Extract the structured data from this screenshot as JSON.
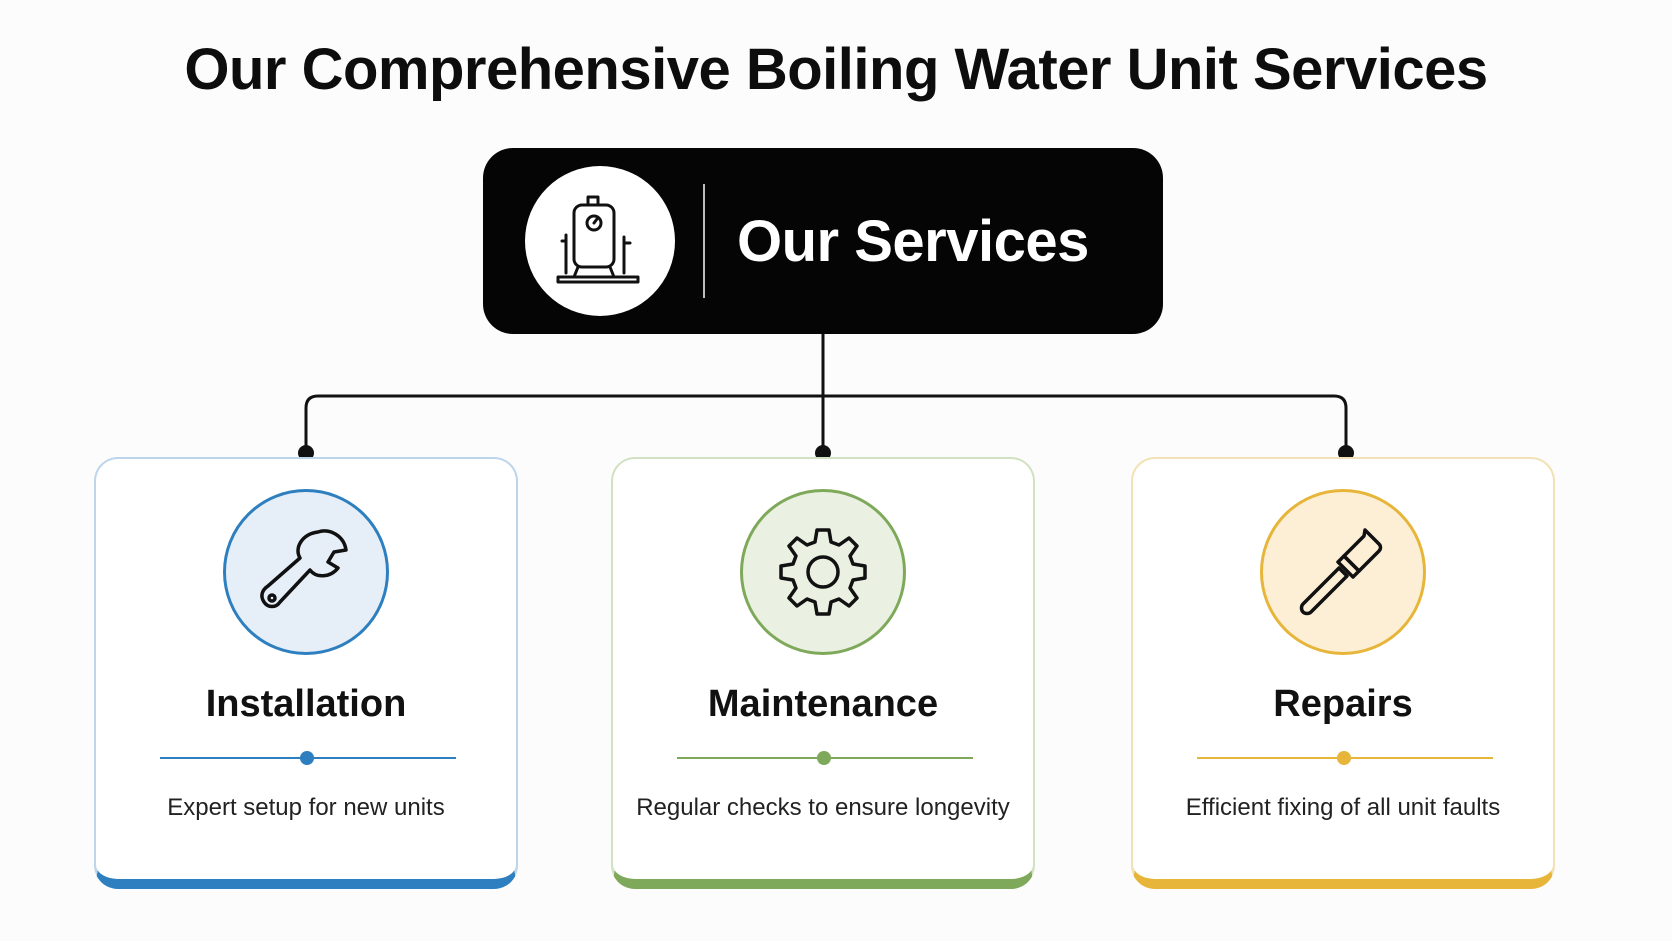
{
  "title": "Our Comprehensive Boiling Water Unit Services",
  "hub": {
    "label": "Our Services",
    "icon": "boiling-water-unit-icon"
  },
  "services": [
    {
      "name": "Installation",
      "description": "Expert setup for new units",
      "icon": "wrench-icon",
      "accent": "#2e7fbf",
      "tint": "#e6eff8",
      "border": "#b9d3e8"
    },
    {
      "name": "Maintenance",
      "description": "Regular checks to ensure longevity",
      "icon": "gear-icon",
      "accent": "#7fa95a",
      "tint": "#eaf1e2",
      "border": "#cfdfbf"
    },
    {
      "name": "Repairs",
      "description": "Efficient fixing of all unit faults",
      "icon": "screwdriver-icon",
      "accent": "#e6b53a",
      "tint": "#fcefd6",
      "border": "#f2dfab"
    }
  ]
}
